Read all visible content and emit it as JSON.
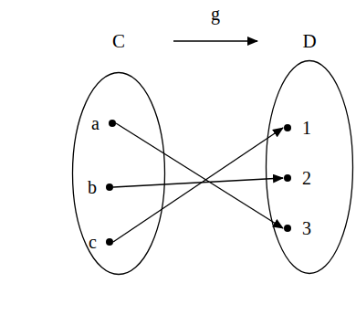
{
  "diagram": {
    "nodes": [
      {
        "text": [
          "C"
        ]
      },
      {
        "text": [
          "a"
        ],
        "in": 0
      },
      {
        "text": [
          "b"
        ],
        "in": 0
      },
      {
        "text": [
          "c"
        ],
        "in": 0
      },
      {
        "text": [
          "D"
        ]
      },
      {
        "text": [
          "1"
        ],
        "in": 4
      },
      {
        "text": [
          "2"
        ],
        "in": 4
      },
      {
        "text": [
          "3"
        ],
        "in": 4
      }
    ],
    "edges": [
      {
        "from": 0,
        "to": 4,
        "arrow": "to",
        "label": "g"
      },
      {
        "from": 1,
        "to": 7,
        "arrow": "to"
      },
      {
        "from": 2,
        "to": 6,
        "arrow": "to"
      },
      {
        "from": 3,
        "to": 5,
        "arrow": "to"
      }
    ]
  }
}
